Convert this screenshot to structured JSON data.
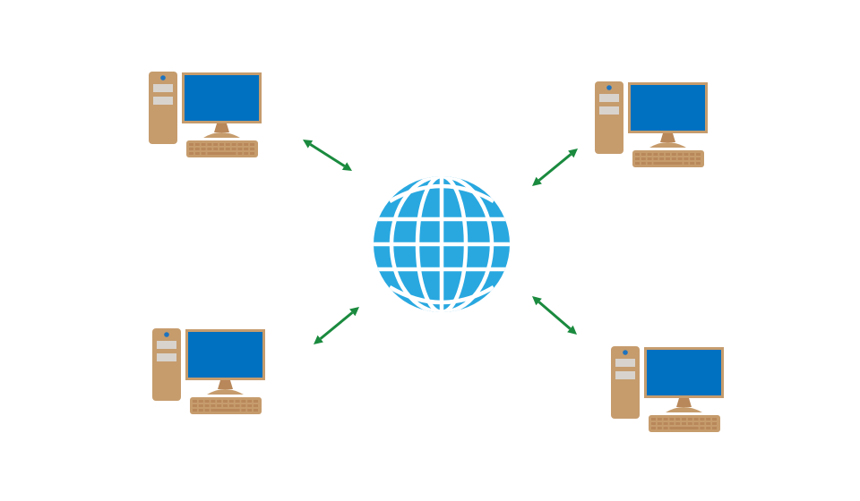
{
  "diagram": {
    "nodes": [
      {
        "id": "pc-top-left",
        "kind": "computer-icon"
      },
      {
        "id": "pc-top-right",
        "kind": "computer-icon"
      },
      {
        "id": "pc-bottom-left",
        "kind": "computer-icon"
      },
      {
        "id": "pc-bottom-right",
        "kind": "computer-icon"
      },
      {
        "id": "internet",
        "kind": "globe-icon"
      }
    ],
    "links": [
      {
        "from": "pc-top-left",
        "to": "internet",
        "direction": "bidirectional"
      },
      {
        "from": "pc-top-right",
        "to": "internet",
        "direction": "bidirectional"
      },
      {
        "from": "pc-bottom-left",
        "to": "internet",
        "direction": "bidirectional"
      },
      {
        "from": "pc-bottom-right",
        "to": "internet",
        "direction": "bidirectional"
      }
    ]
  },
  "colors": {
    "background": "#ffffff",
    "computer_body": "#c69c6d",
    "computer_detail": "#b8875a",
    "drive_bay": "#d8d3cd",
    "screen": "#0070c0",
    "power_light": "#1e73be",
    "globe": "#29a8e0",
    "globe_lines": "#ffffff",
    "arrow": "#1a8a3e"
  }
}
